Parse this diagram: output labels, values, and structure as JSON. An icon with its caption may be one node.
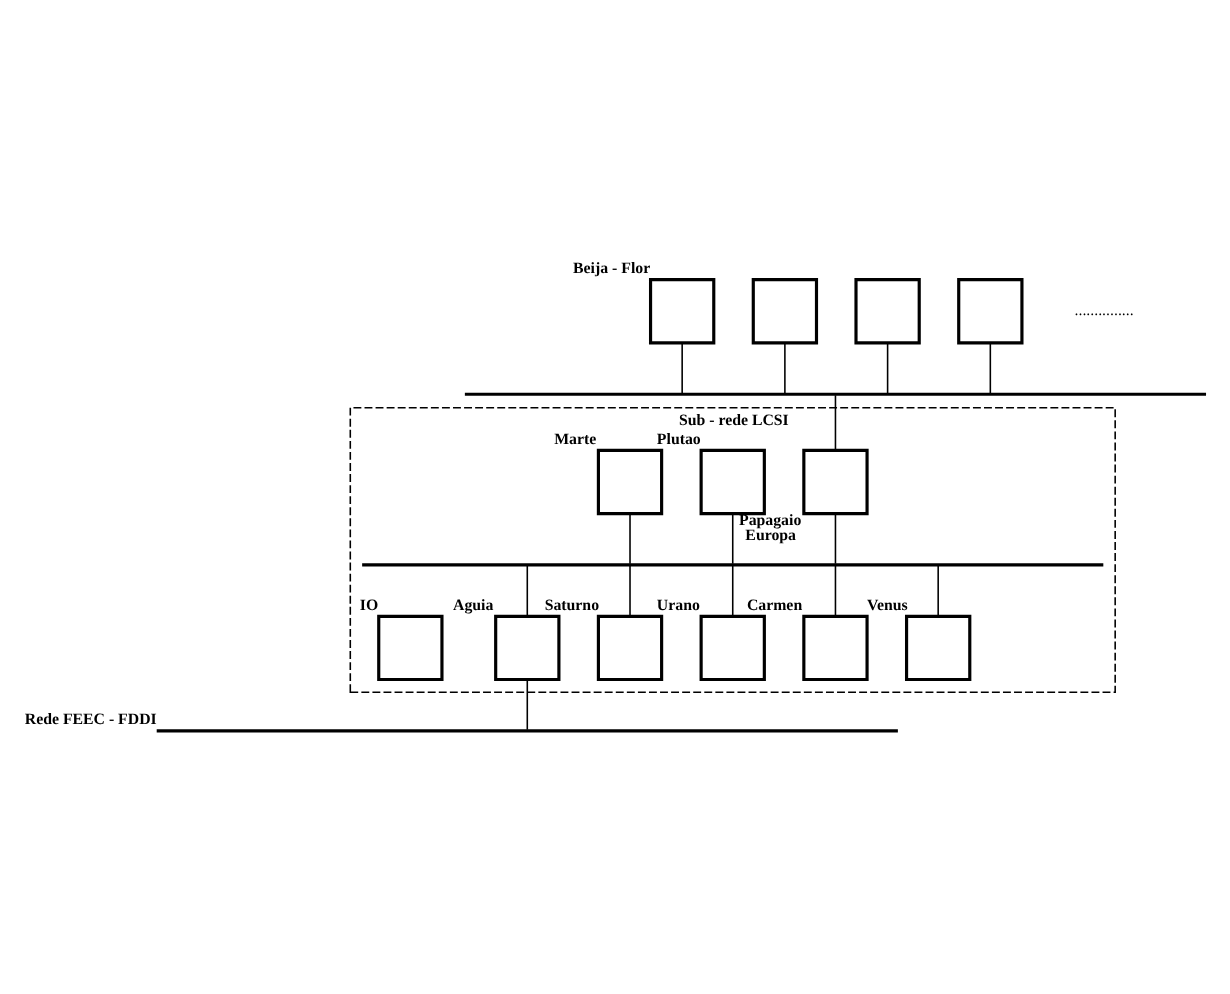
{
  "diagram": {
    "nodes": [
      {
        "text": [],
        "shape": "box",
        "beside": [
          "Beija - Flor"
        ]
      },
      {
        "text": [],
        "shape": "box"
      },
      {
        "text": [],
        "shape": "box"
      },
      {
        "text": [],
        "shape": "box"
      },
      {
        "text": [],
        "shape": "bar"
      },
      {
        "text": [
          "Sub - rede LCSI"
        ]
      },
      {
        "text": [],
        "shape": "box",
        "in": 5,
        "beside": [
          "Papagaio",
          "Europa"
        ]
      },
      {
        "text": [],
        "shape": "box",
        "in": 5,
        "beside": [
          "Plutao"
        ]
      },
      {
        "text": [],
        "shape": "box",
        "in": 5,
        "beside": [
          "Marte"
        ]
      },
      {
        "text": [],
        "shape": "bar",
        "in": 5
      },
      {
        "text": [],
        "shape": "box",
        "in": 5,
        "beside": [
          "Aguia"
        ]
      },
      {
        "text": [],
        "shape": "box",
        "in": 5,
        "beside": [
          "Saturno"
        ]
      },
      {
        "text": [],
        "shape": "box",
        "in": 5,
        "beside": [
          "Urano"
        ]
      },
      {
        "text": [],
        "shape": "box",
        "in": 5,
        "beside": [
          "IO"
        ]
      },
      {
        "text": [],
        "shape": "box",
        "in": 5,
        "beside": [
          "Carmen"
        ]
      },
      {
        "text": [],
        "shape": "box",
        "in": 5,
        "beside": [
          "Venus"
        ]
      },
      {
        "text": [],
        "shape": "bar",
        "beside": [
          "Rede FEEC - FDDI"
        ]
      }
    ],
    "edges": [
      {
        "from": 0,
        "to": 4,
        "arrow": "none"
      },
      {
        "from": 1,
        "to": 4,
        "arrow": "none"
      },
      {
        "from": 2,
        "to": 4,
        "arrow": "none"
      },
      {
        "from": 3,
        "to": 4,
        "arrow": "none"
      },
      {
        "from": 4,
        "to": 6,
        "arrow": "none"
      },
      {
        "from": 6,
        "to": 9,
        "arrow": "none"
      },
      {
        "from": 7,
        "to": 9,
        "arrow": "none"
      },
      {
        "from": 8,
        "to": 9,
        "arrow": "none"
      },
      {
        "from": 9,
        "to": 10,
        "arrow": "none"
      },
      {
        "from": 9,
        "to": 11,
        "arrow": "none"
      },
      {
        "from": 9,
        "to": 12,
        "arrow": "none"
      },
      {
        "from": 9,
        "to": 14,
        "arrow": "none"
      },
      {
        "from": 9,
        "to": 15,
        "arrow": "none"
      },
      {
        "from": 10,
        "to": 16,
        "arrow": "none"
      }
    ],
    "labels": [
      "..............."
    ]
  }
}
